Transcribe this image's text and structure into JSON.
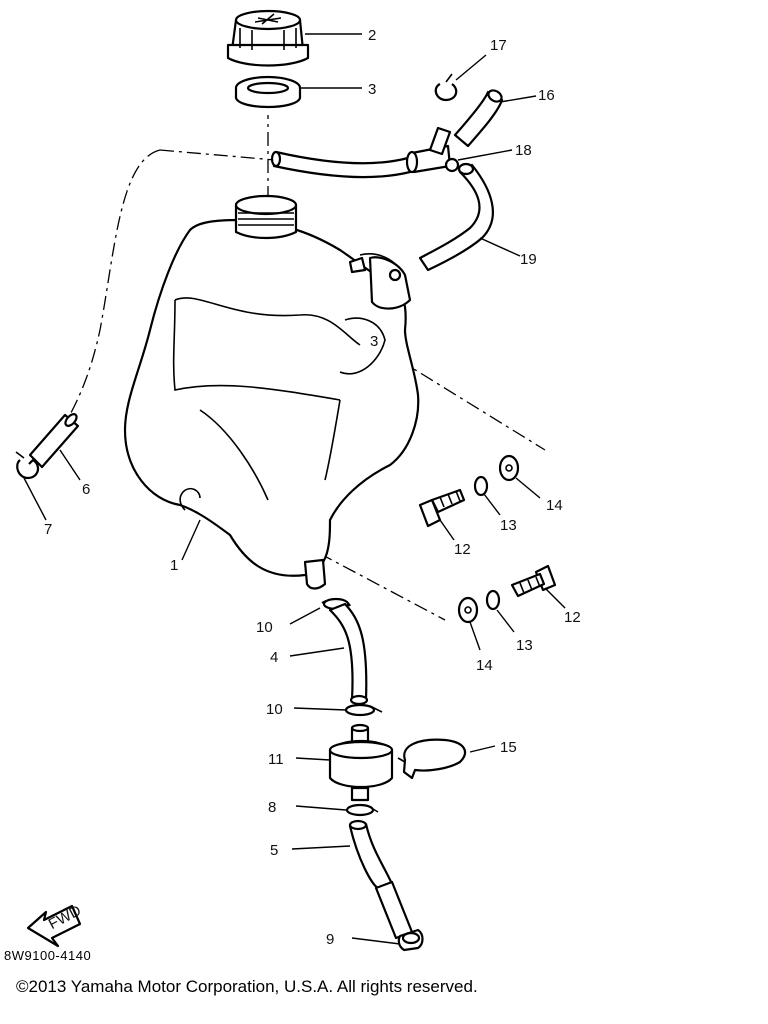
{
  "diagram": {
    "labels": {
      "l1": "1",
      "l2": "2",
      "l3": "3",
      "l4": "4",
      "l5": "5",
      "l6": "6",
      "l7": "7",
      "l8": "8",
      "l9": "9",
      "l10a": "10",
      "l10b": "10",
      "l11": "11",
      "l12a": "12",
      "l12b": "12",
      "l13a": "13",
      "l13b": "13",
      "l14a": "14",
      "l14b": "14",
      "l15": "15",
      "l16": "16",
      "l17": "17",
      "l18": "18",
      "l19": "19",
      "l3b": "3"
    },
    "fwd_arrow_text": "FWD",
    "code": "8W9100-4140"
  },
  "footer": {
    "copyright": "©2013 Yamaha Motor Corporation, U.S.A. All rights reserved."
  }
}
